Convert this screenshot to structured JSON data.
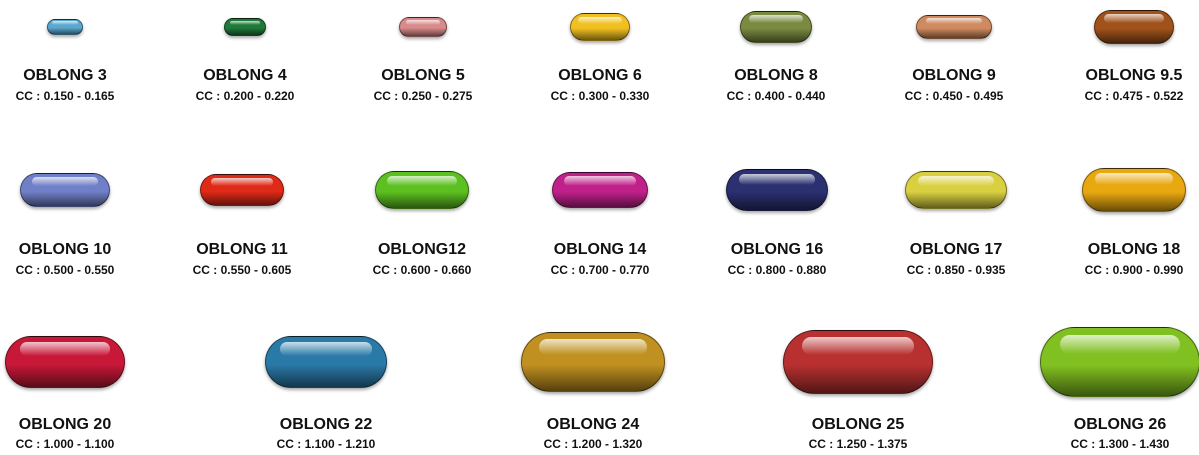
{
  "capsules": [
    {
      "name": "OBLONG 3",
      "cc": "CC : 0.150 - 0.165",
      "color": "#5aa8d0"
    },
    {
      "name": "OBLONG 4",
      "cc": "CC : 0.200 - 0.220",
      "color": "#1f7a3a"
    },
    {
      "name": "OBLONG 5",
      "cc": "CC : 0.250 - 0.275",
      "color": "#d98a8a"
    },
    {
      "name": "OBLONG 6",
      "cc": "CC : 0.300 - 0.330",
      "color": "#f0c020"
    },
    {
      "name": "OBLONG 8",
      "cc": "CC : 0.400 - 0.440",
      "color": "#7a8a40"
    },
    {
      "name": "OBLONG 9",
      "cc": "CC : 0.450 - 0.495",
      "color": "#d08a60"
    },
    {
      "name": "OBLONG 9.5",
      "cc": "CC : 0.475 - 0.522",
      "color": "#a0521a"
    },
    {
      "name": "OBLONG 10",
      "cc": "CC : 0.500 - 0.550",
      "color": "#7080c8"
    },
    {
      "name": "OBLONG 11",
      "cc": "CC : 0.550 - 0.605",
      "color": "#e02a18"
    },
    {
      "name": "OBLONG12",
      "cc": "CC : 0.600 - 0.660",
      "color": "#5cc020"
    },
    {
      "name": "OBLONG 14",
      "cc": "CC : 0.700 - 0.770",
      "color": "#c0208a"
    },
    {
      "name": "OBLONG 16",
      "cc": "CC : 0.800 - 0.880",
      "color": "#2a3070"
    },
    {
      "name": "OBLONG 17",
      "cc": "CC : 0.850 - 0.935",
      "color": "#d8d040"
    },
    {
      "name": "OBLONG 18",
      "cc": "CC : 0.900 - 0.990",
      "color": "#e8a810"
    },
    {
      "name": "OBLONG 20",
      "cc": "CC : 1.000 - 1.100",
      "color": "#c81838"
    },
    {
      "name": "OBLONG 22",
      "cc": "CC : 1.100 - 1.210",
      "color": "#2a7aa8"
    },
    {
      "name": "OBLONG 24",
      "cc": "CC : 1.200 - 1.320",
      "color": "#c09020"
    },
    {
      "name": "OBLONG 25",
      "cc": "CC : 1.250 - 1.375",
      "color": "#b83030"
    },
    {
      "name": "OBLONG 26",
      "cc": "CC : 1.300 - 1.430",
      "color": "#80c020"
    }
  ]
}
